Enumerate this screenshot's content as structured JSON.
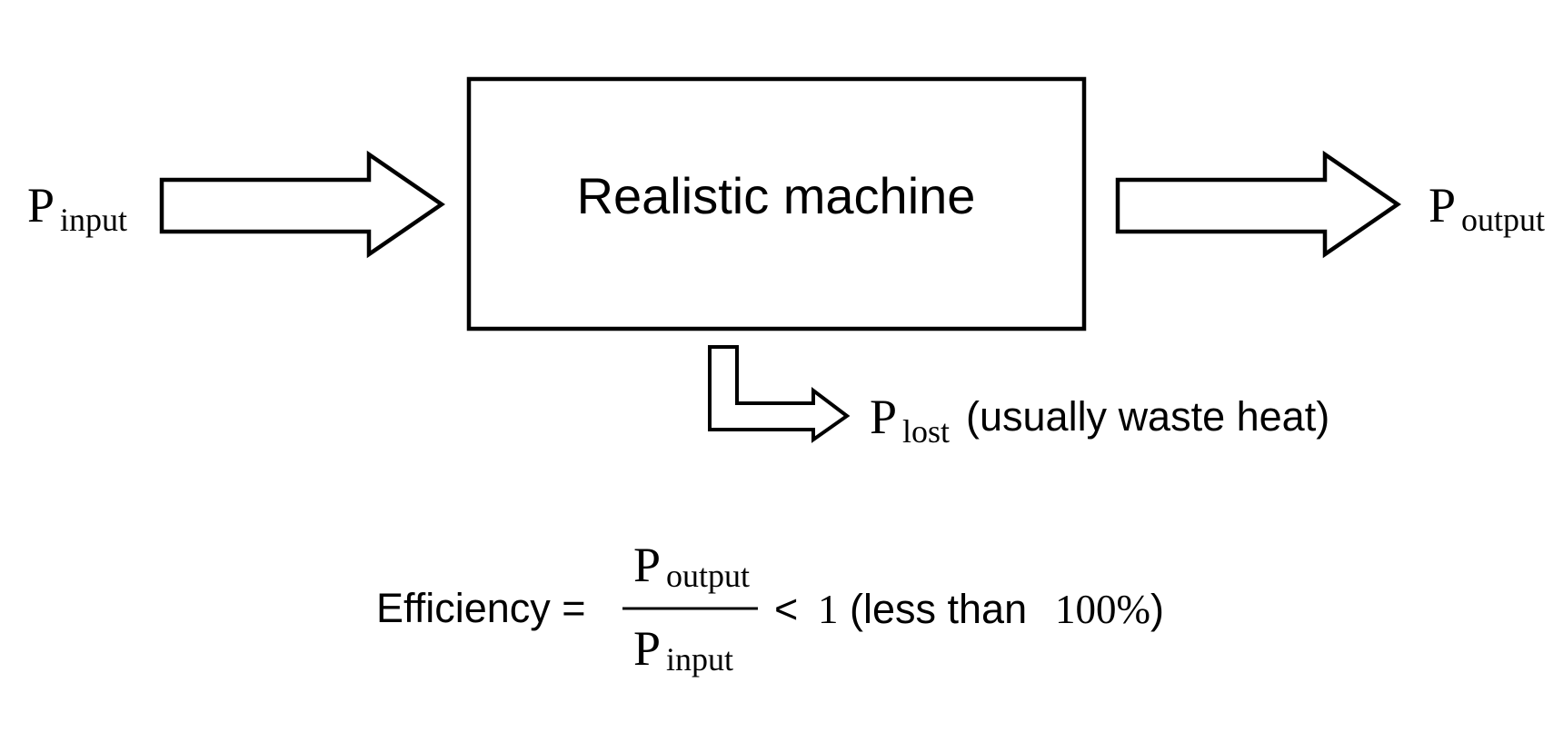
{
  "diagram": {
    "machine_label": "Realistic machine",
    "input": {
      "base": "P",
      "sub": "input"
    },
    "output": {
      "base": "P",
      "sub": "output"
    },
    "lost": {
      "base": "P",
      "sub": "lost",
      "note": "(usually waste heat)"
    }
  },
  "equation": {
    "lhs": "Efficiency =",
    "numerator": {
      "base": "P",
      "sub": "output"
    },
    "denominator": {
      "base": "P",
      "sub": "input"
    },
    "relation": "<",
    "bound": "1",
    "paren_open": "(less than",
    "percent": "100%",
    "paren_close": ")"
  },
  "colors": {
    "stroke": "#000000",
    "fill": "#ffffff",
    "text": "#000000"
  }
}
